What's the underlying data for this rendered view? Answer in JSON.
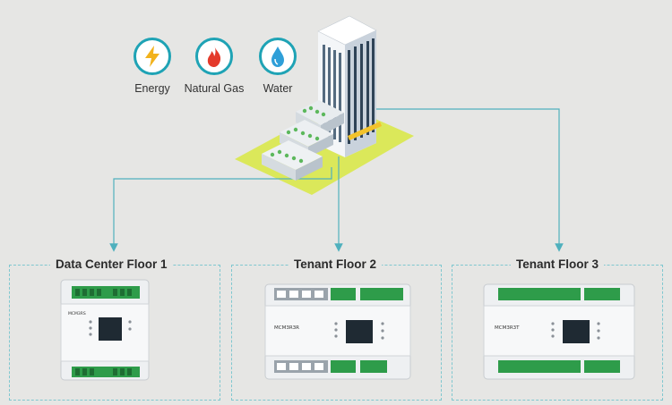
{
  "utilities": [
    {
      "label": "Energy",
      "icon": "lightning-bolt-icon",
      "color": "#f2b21c"
    },
    {
      "label": "Natural Gas",
      "icon": "flame-icon",
      "color": "#e43a2b"
    },
    {
      "label": "Water",
      "icon": "water-drop-icon",
      "color": "#2f9fd8"
    }
  ],
  "floors": [
    {
      "title": "Data Center Floor 1",
      "device_model": "MCM3RS"
    },
    {
      "title": "Tenant Floor 2",
      "device_model": "MCM3R3R"
    },
    {
      "title": "Tenant Floor 3",
      "device_model": "MCM3R3T"
    }
  ],
  "colors": {
    "accent": "#1fa3b5",
    "connector": "#4fb0bd",
    "panel_border": "#7fc7cf",
    "lawn": "#dbe85a",
    "background": "#e6e6e4"
  }
}
